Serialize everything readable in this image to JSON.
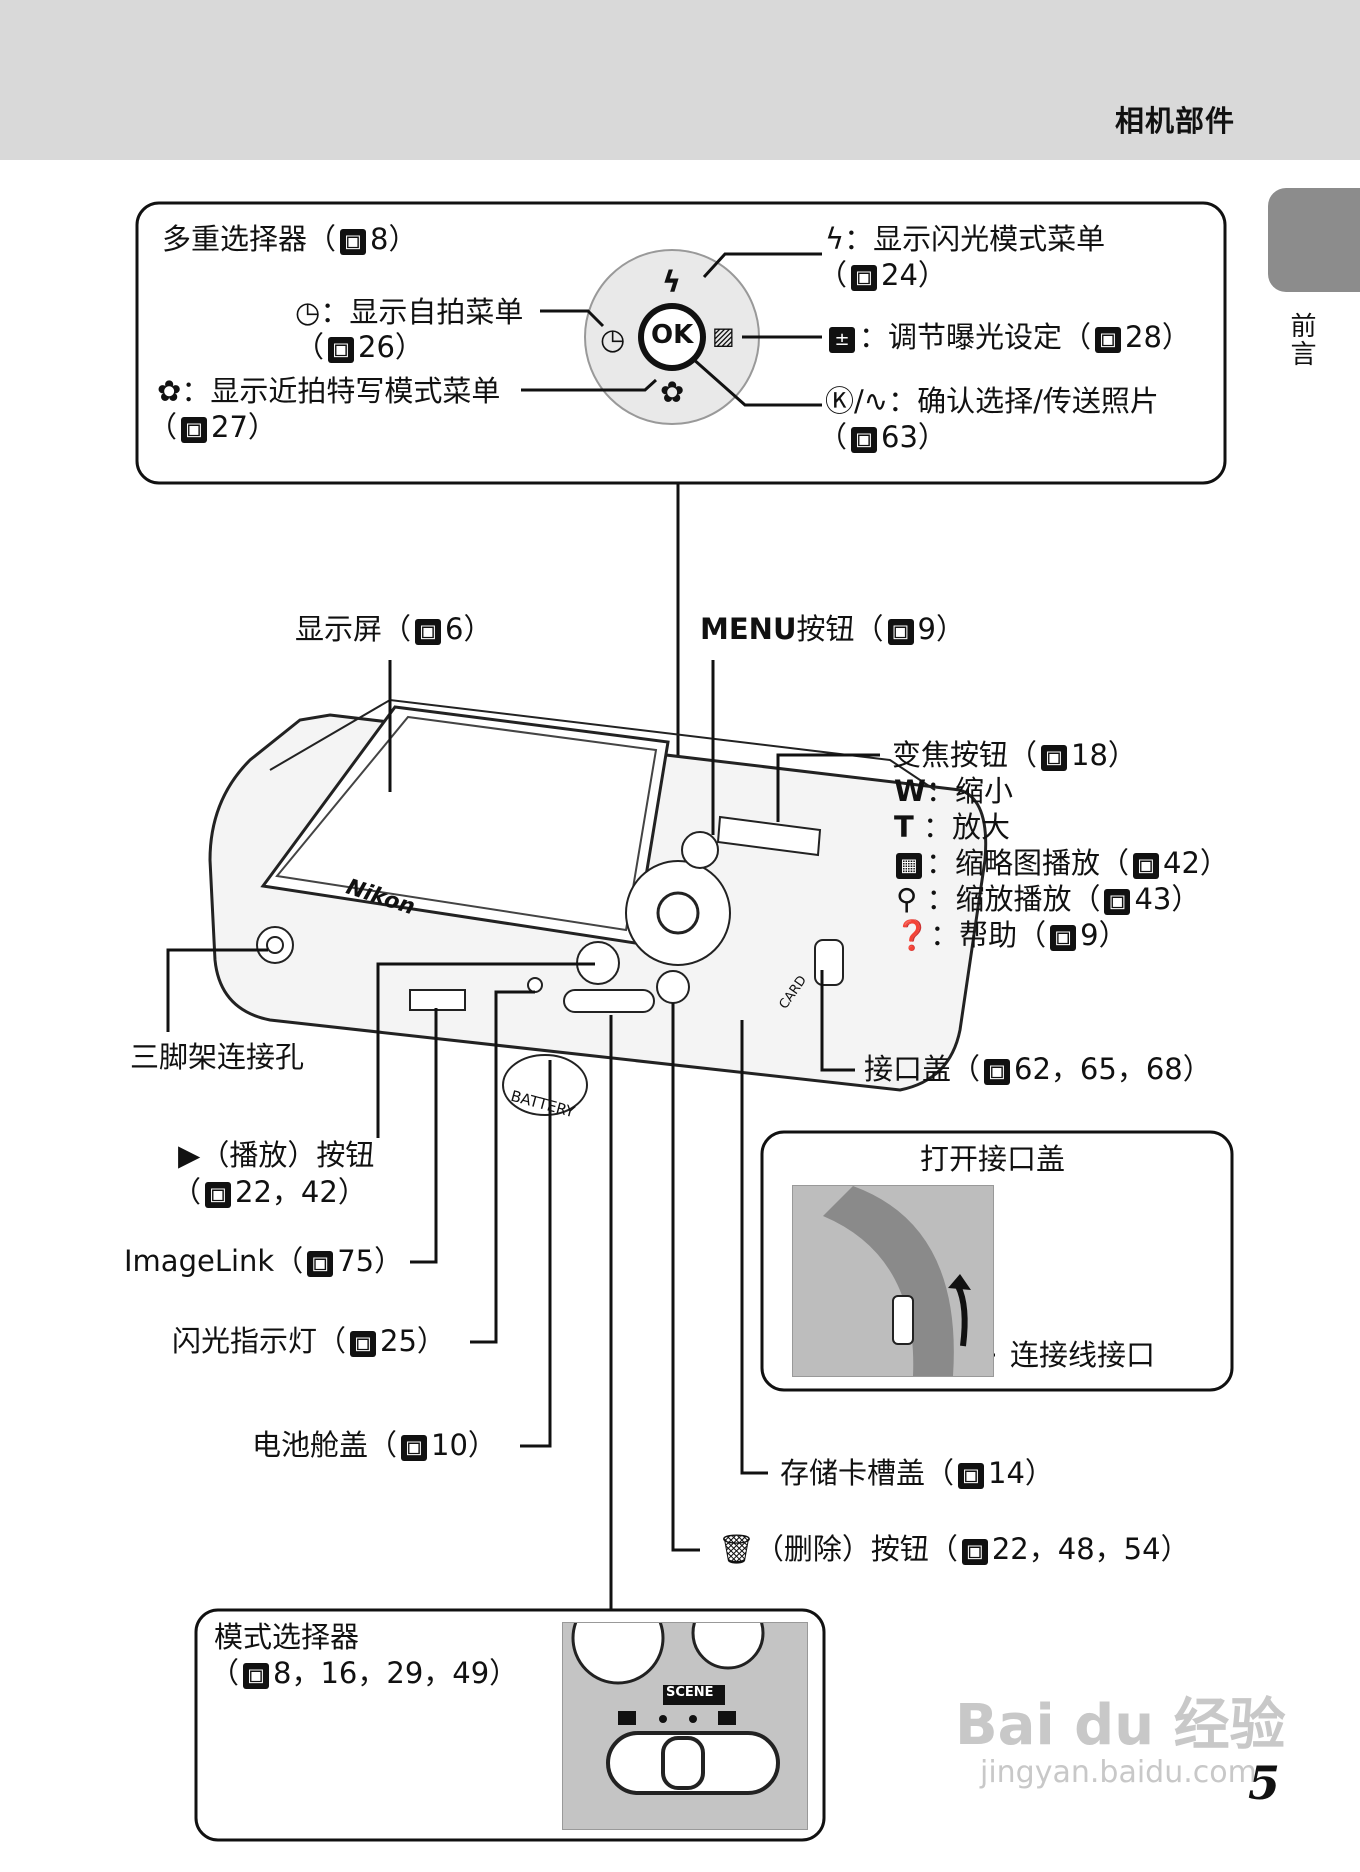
{
  "header": {
    "section_title": "相机部件"
  },
  "side_tab": {
    "label": "前言"
  },
  "page_number": "5",
  "ref_icon": "page-reference-icon",
  "multi_selector_box": {
    "title": "多重选择器（",
    "title_ref": "8",
    "self_timer": "：显示自拍菜单",
    "self_timer_ref": "26",
    "macro": "：显示近拍特写模式菜单",
    "macro_ref": "27",
    "flash": "：显示闪光模式菜单",
    "flash_ref": "24",
    "exposure": "：调节曝光设定（",
    "exposure_ref": "28",
    "ok": "：确认选择/传送照片",
    "ok_ref": "63",
    "ok_glyph": "OK"
  },
  "callouts": {
    "monitor": "显示屏（",
    "monitor_ref": "6",
    "menu_button_word": "MENU",
    "menu_button": "按钮（",
    "menu_ref": "9",
    "zoom_buttons": "变焦按钮（",
    "zoom_ref": "18",
    "zoom_w_key": "W",
    "zoom_w": "：缩小",
    "zoom_t_key": "T",
    "zoom_t": "：放大",
    "zoom_thumb": "：缩略图播放（",
    "zoom_thumb_ref": "42",
    "zoom_playback": "：缩放播放（",
    "zoom_playback_ref": "43",
    "zoom_help": "：帮助（",
    "zoom_help_ref": "9",
    "tripod": "三脚架连接孔",
    "connector_cover": "接口盖（",
    "connector_cover_refs": "62，65，68",
    "play_button": "（播放）按钮",
    "play_refs": "22，42",
    "imagelink": "ImageLink（",
    "imagelink_ref": "75",
    "flash_lamp": "闪光指示灯（",
    "flash_lamp_ref": "25",
    "battery_cover": "电池舱盖（",
    "battery_ref": "10",
    "card_cover": "存储卡槽盖（",
    "card_ref": "14",
    "delete_button": "（删除）按钮（",
    "delete_refs": "22，48，54"
  },
  "open_cover_box": {
    "title": "打开接口盖",
    "connector_label": "连接线接口"
  },
  "mode_selector_box": {
    "title": "模式选择器",
    "refs": "8，16，29，49",
    "scene_label": "SCENE"
  },
  "camera": {
    "brand": "Nikon",
    "battery_label": "BATTERY",
    "card_label": "CARD"
  },
  "watermark": {
    "baidu": "Bai du 经验",
    "url": "jingyan.baidu.com"
  }
}
